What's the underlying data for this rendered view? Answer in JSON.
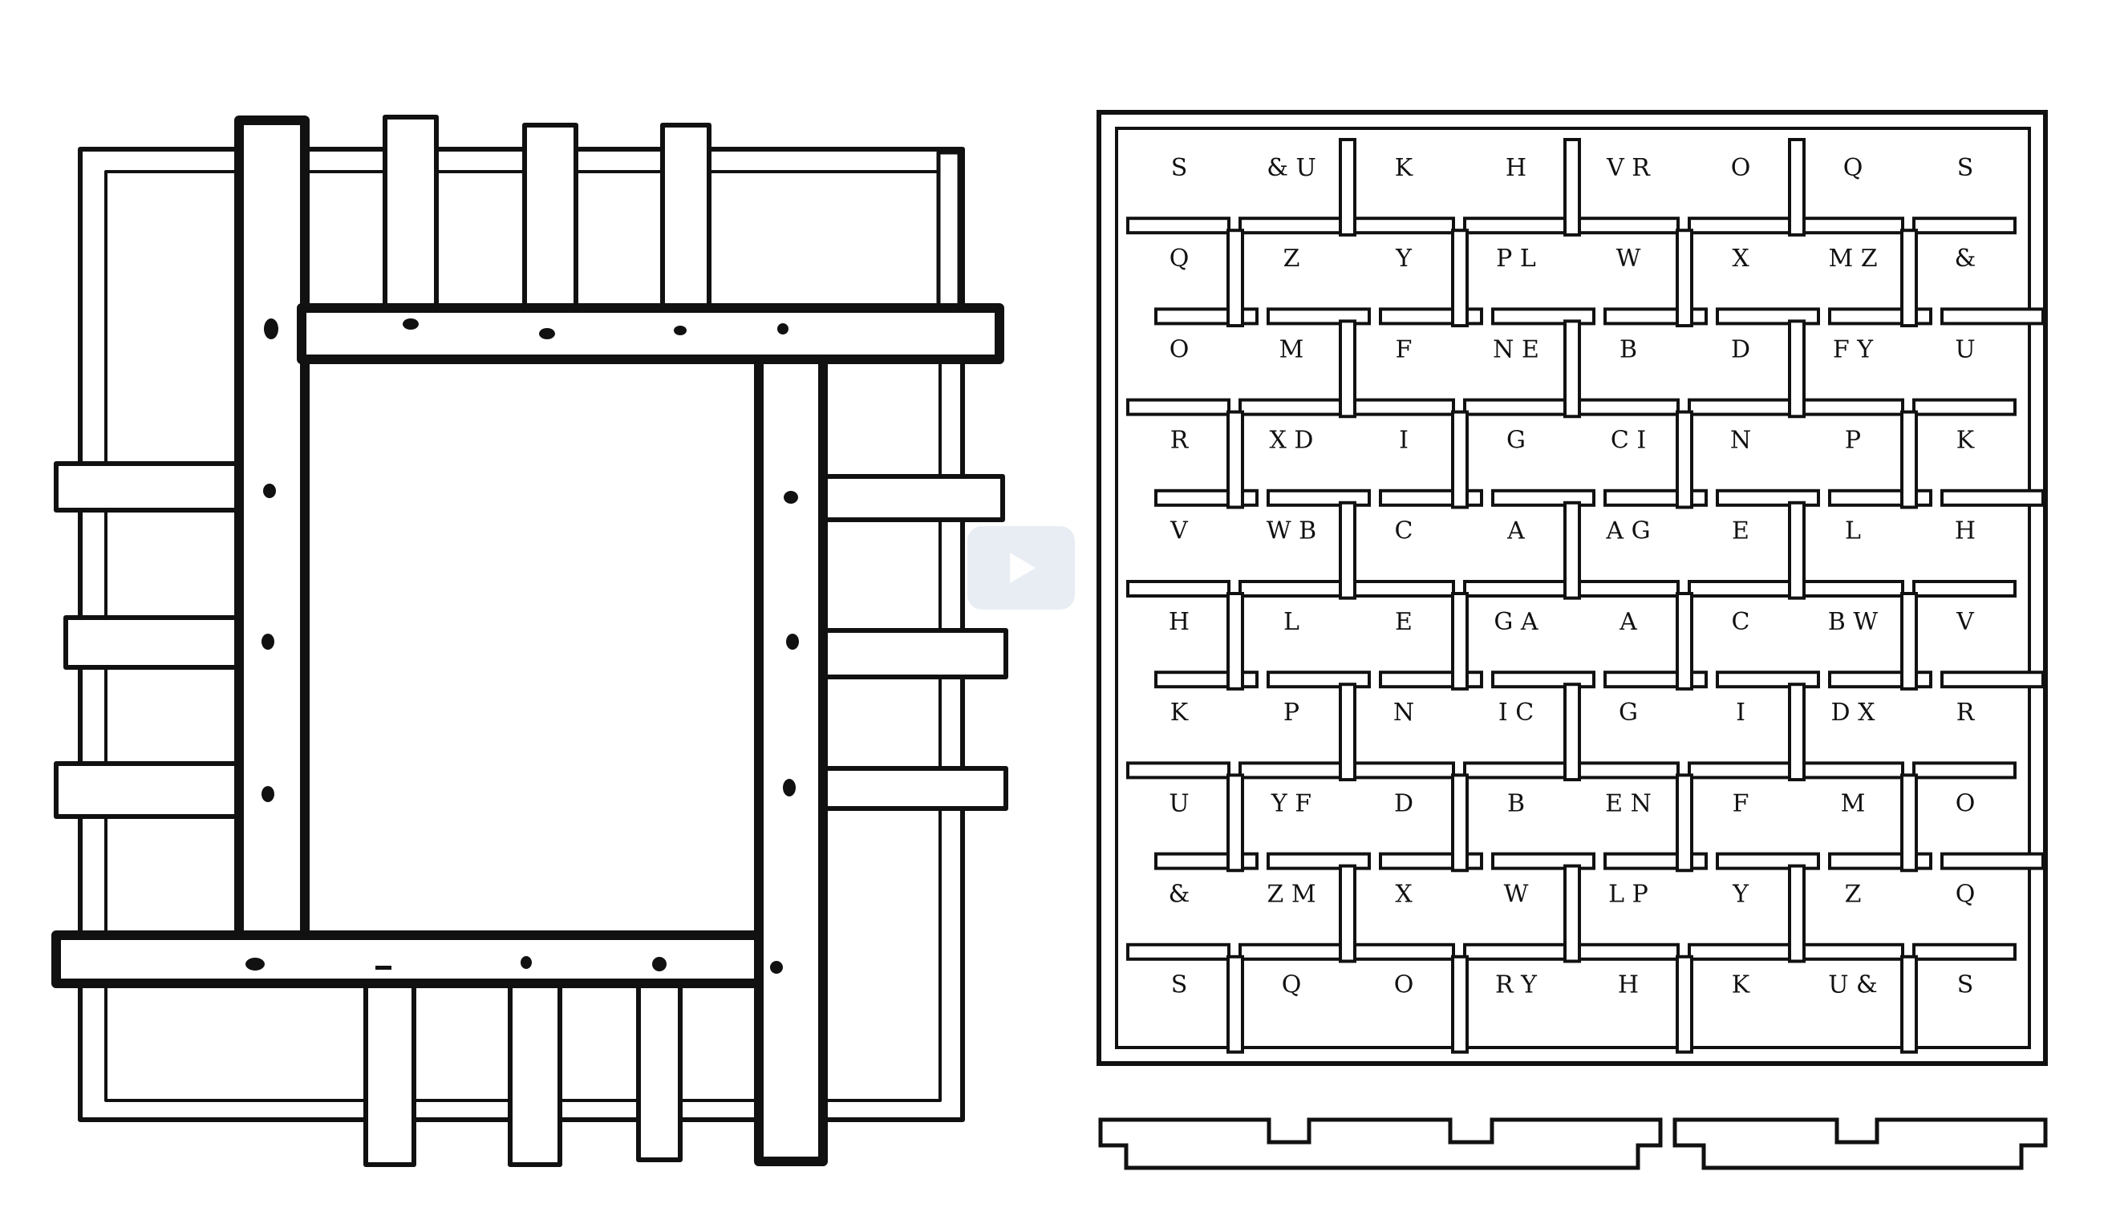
{
  "player": {
    "play_icon": "play-triangle-icon"
  },
  "colors": {
    "ink": "#111111",
    "paper": "#ffffff",
    "play_overlay": "#e1e8f0"
  },
  "right_grid": {
    "cells": [
      [
        "S",
        "& U",
        "K",
        "H",
        "V R",
        "O",
        "Q",
        "S"
      ],
      [
        "Q",
        "Z",
        "Y",
        "P L",
        "W",
        "X",
        "M Z",
        "&"
      ],
      [
        "O",
        "M",
        "F",
        "N E",
        "B",
        "D",
        "F Y",
        "U"
      ],
      [
        "R",
        "X D",
        "I",
        "G",
        "C I",
        "N",
        "P",
        "K"
      ],
      [
        "V",
        "W B",
        "C",
        "A",
        "A G",
        "E",
        "L",
        "H"
      ],
      [
        "H",
        "L",
        "E",
        "G A",
        "A",
        "C",
        "B W",
        "V"
      ],
      [
        "K",
        "P",
        "N",
        "I C",
        "G",
        "I",
        "D X",
        "R"
      ],
      [
        "U",
        "Y F",
        "D",
        "B",
        "E N",
        "F",
        "M",
        "O"
      ],
      [
        "&",
        "Z M",
        "X",
        "W",
        "L P",
        "Y",
        "Z",
        "Q"
      ],
      [
        "S",
        "Q",
        "O",
        "R Y",
        "H",
        "K",
        "U &",
        "S"
      ]
    ]
  }
}
